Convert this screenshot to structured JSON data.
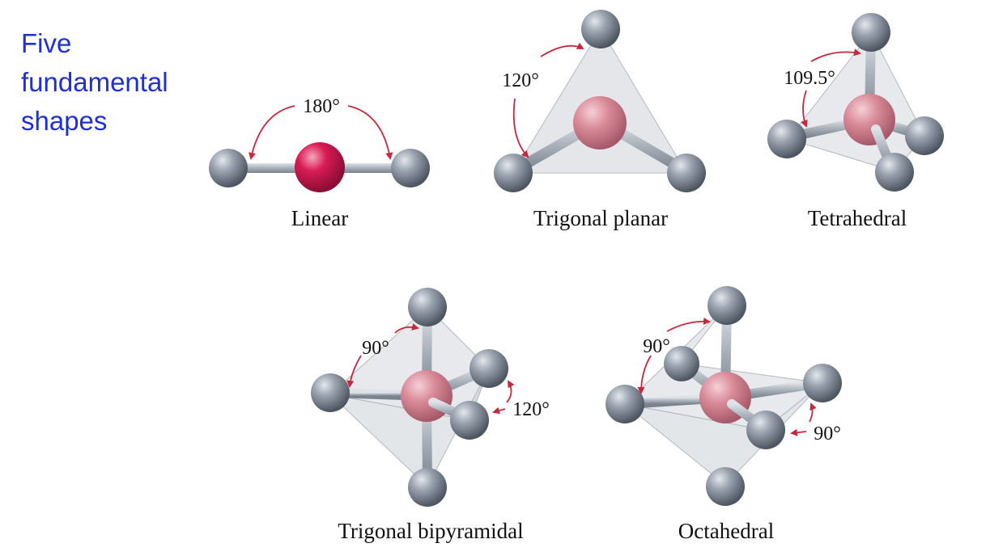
{
  "title_lines": [
    "Five",
    "fundamental",
    "shapes"
  ],
  "shapes": [
    {
      "name": "Linear",
      "angle": "180°"
    },
    {
      "name": "Trigonal planar",
      "angle": "120°"
    },
    {
      "name": "Tetrahedral",
      "angle": "109.5°"
    },
    {
      "name": "Trigonal bipyramidal",
      "angle_1": "90°",
      "angle_2": "120°"
    },
    {
      "name": "Octahedral",
      "angle_1": "90°",
      "angle_2": "90°"
    }
  ],
  "colors": {
    "title": "#1f2fd6",
    "arrow": "#c8283c",
    "central_linear": "#d81b55",
    "central_other": "#d98a98",
    "outer_atom": "#7c8593"
  }
}
